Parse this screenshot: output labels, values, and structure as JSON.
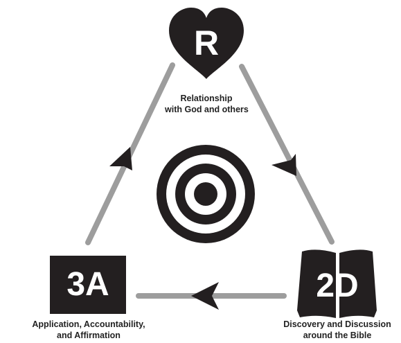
{
  "nodes": {
    "top": {
      "letter": "R",
      "caption_line1": "Relationship",
      "caption_line2": "with God and others"
    },
    "left": {
      "letter": "3A",
      "caption_line1": "Application, Accountability,",
      "caption_line2": "and Affirmation"
    },
    "right": {
      "letter": "2D",
      "caption_line1": "Discovery and Discussion",
      "caption_line2": "around the Bible"
    }
  },
  "center_icon": "target-icon",
  "colors": {
    "shape": "#231f20",
    "connector": "#9d9d9d",
    "background": "#ffffff"
  }
}
